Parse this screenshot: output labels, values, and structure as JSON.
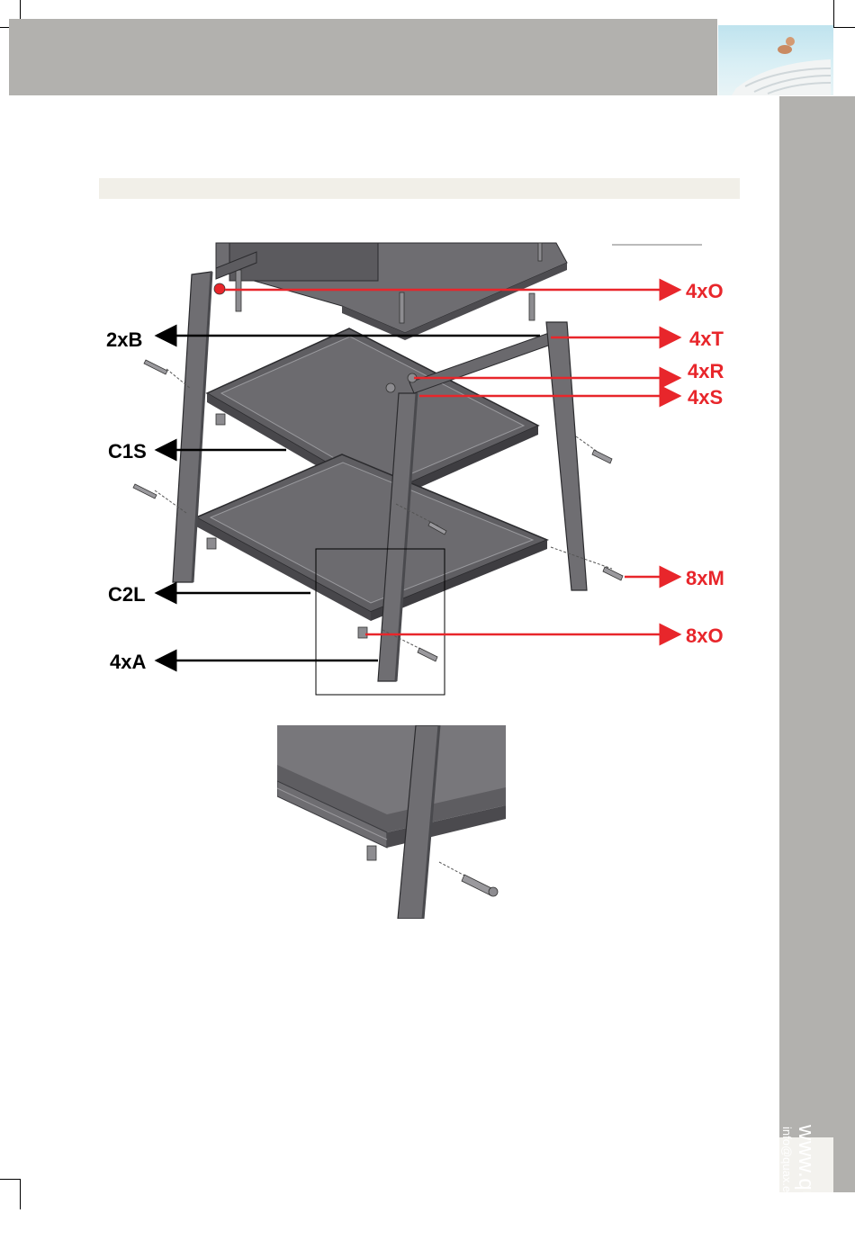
{
  "labels_left": [
    "2xB",
    "C1S",
    "C2L",
    "4xA"
  ],
  "labels_right": [
    "4xO",
    "4xT",
    "4xR",
    "4xS",
    "8xM",
    "8xO"
  ],
  "colors": {
    "red": "#e8262b",
    "black": "#000000",
    "metal": "#6f6e72",
    "metal_dark": "#4a4a4e",
    "panel": "#727074",
    "band": "#b2b1ae"
  },
  "contact": {
    "website": "www.quax.eu",
    "email": "info@quax.eu"
  }
}
